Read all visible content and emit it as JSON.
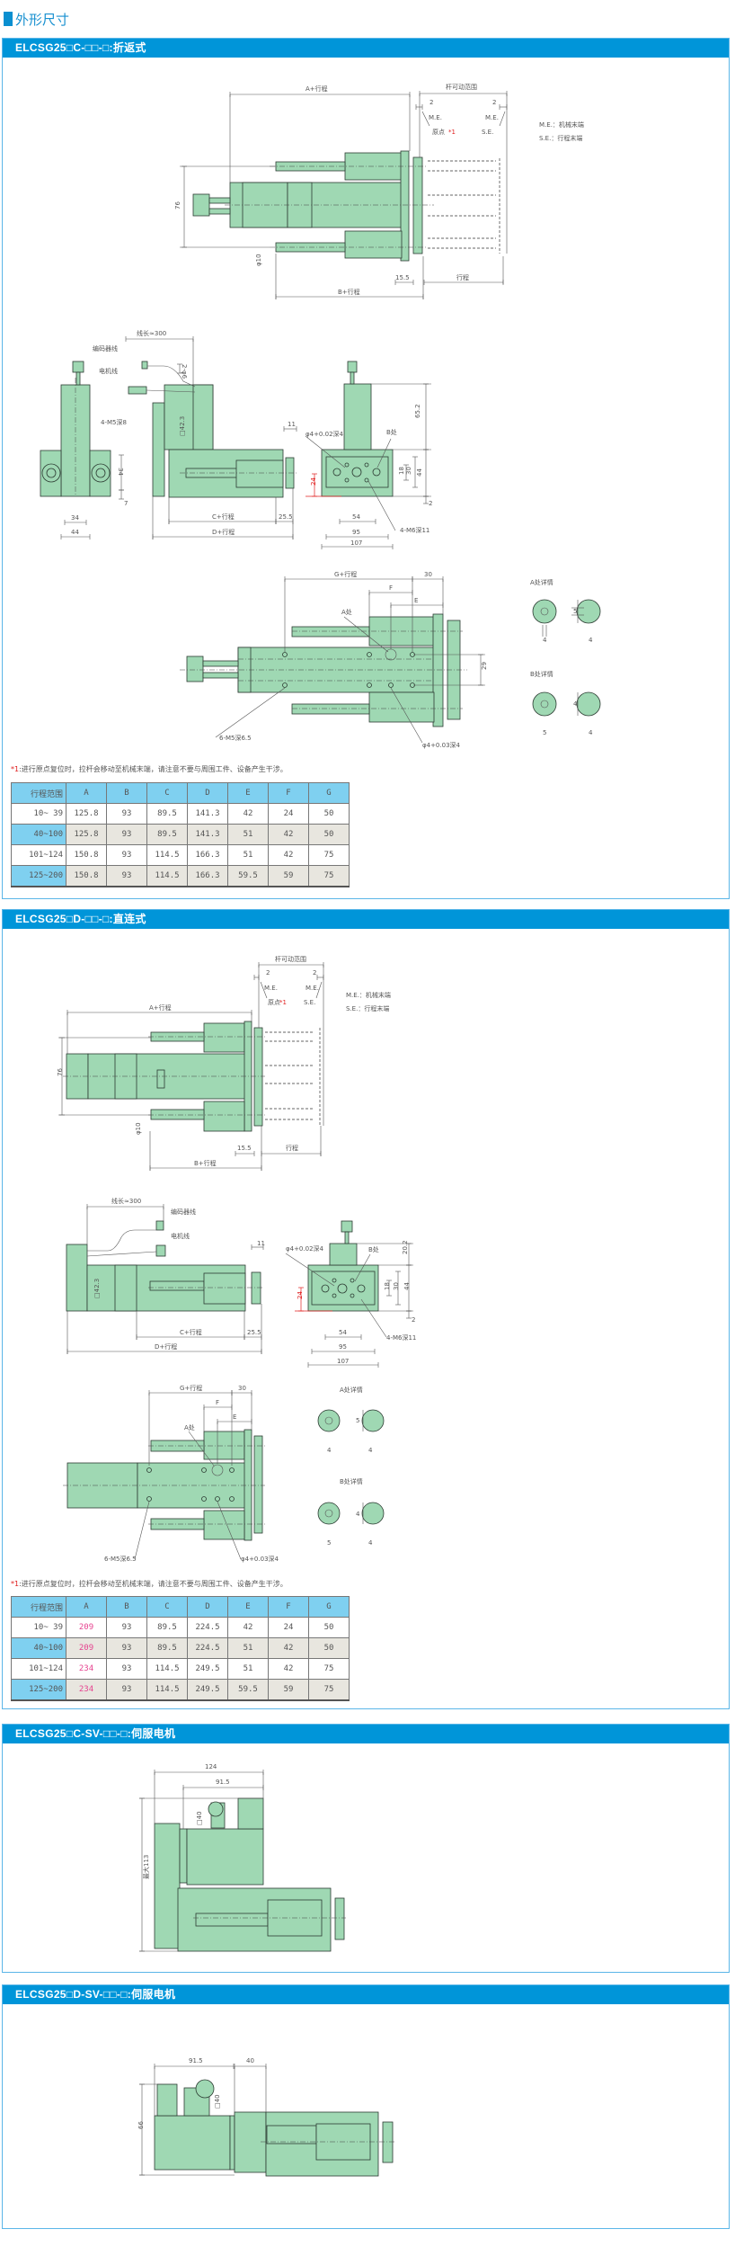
{
  "page_title": "外形尺寸",
  "colors": {
    "header": "#0095d9",
    "part_green": "#9fd8b3",
    "table_header": "#7fd0f0",
    "highlight": "#e6428f"
  },
  "folded": {
    "title": "ELCSG25□C-□□-□:折返式",
    "labels": {
      "a_stroke": "A+行程",
      "rod_range": "杆可动范围",
      "two": "2",
      "me": "M.E.",
      "origin": "原点",
      "star": "*1",
      "se": "S.E.",
      "legend_me": "M.E.：机械末端",
      "legend_se": "S.E.：行程末端",
      "d76": "76",
      "phi10": "φ10",
      "d15_5": "15.5",
      "stroke": "行程",
      "b_stroke": "B+行程",
      "cable_len": "线长≈300",
      "encoder": "编码器线",
      "motor_cable": "电机线",
      "phi6": "2-φ6",
      "m5": "4-M5深8",
      "d34": "34",
      "d44": "44",
      "d7": "7",
      "sq42": "□42.3",
      "d11": "11",
      "c_stroke": "C+行程",
      "d25_5": "25.5",
      "d_stroke": "D+行程",
      "phi4": "φ4+0.02深4",
      "b_pos": "B处",
      "d65": "65.2",
      "d18": "18",
      "d30": "30",
      "d2": "2",
      "d24": "24",
      "d54": "54",
      "d95": "95",
      "d107": "107",
      "m6": "4-M6深11",
      "g_stroke": "G+行程",
      "f": "F",
      "e": "E",
      "a_pos": "A处",
      "d29": "29",
      "m5b": "6-M5深6.5",
      "phi4b": "φ4+0.03深4",
      "a_detail": "A处详情",
      "b_detail": "B处详情",
      "d4": "4",
      "d5": "5"
    },
    "note_star": "*1",
    "note": ":进行原点复位时，拉杆会移动至机械末端，请注意不要与周围工件、设备产生干涉。",
    "table": {
      "headers": [
        "行程范围",
        "A",
        "B",
        "C",
        "D",
        "E",
        "F",
        "G"
      ],
      "rows": [
        [
          "10~ 39",
          "125.8",
          "93",
          "89.5",
          "141.3",
          "42",
          "24",
          "50"
        ],
        [
          "40~100",
          "125.8",
          "93",
          "89.5",
          "141.3",
          "51",
          "42",
          "50"
        ],
        [
          "101~124",
          "150.8",
          "93",
          "114.5",
          "166.3",
          "51",
          "42",
          "75"
        ],
        [
          "125~200",
          "150.8",
          "93",
          "114.5",
          "166.3",
          "59.5",
          "59",
          "75"
        ]
      ]
    }
  },
  "direct": {
    "title": "ELCSG25□D-□□-□:直连式",
    "labels": {
      "a_stroke": "A+行程",
      "rod_range": "杆可动范围",
      "two": "2",
      "me": "M.E.",
      "origin": "原点",
      "star": "*1",
      "se": "S.E.",
      "legend_me": "M.E.：机械末端",
      "legend_se": "S.E.：行程末端",
      "d76": "76",
      "phi10": "φ10",
      "d15_5": "15.5",
      "stroke": "行程",
      "b_stroke": "B+行程",
      "cable_len": "线长≈300",
      "encoder": "编码器线",
      "motor_cable": "电机线",
      "sq42": "□42.3",
      "d11": "11",
      "c_stroke": "C+行程",
      "d25_5": "25.5",
      "d_stroke": "D+行程",
      "phi4": "φ4+0.02深4",
      "b_pos": "B处",
      "d20": "20.2",
      "d44": "44",
      "d18": "18",
      "d30": "30",
      "d2": "2",
      "d24": "24",
      "d54": "54",
      "d95": "95",
      "d107": "107",
      "m6": "4-M6深11",
      "g_stroke": "G+行程",
      "f": "F",
      "e": "E",
      "a_pos": "A处",
      "d30b": "30",
      "m5b": "6-M5深6.5",
      "phi4b": "φ4+0.03深4",
      "a_detail": "A处详情",
      "b_detail": "B处详情",
      "d4": "4",
      "d5": "5"
    },
    "note_star": "*1",
    "note": ":进行原点复位时，拉杆会移动至机械末端，请注意不要与周围工件、设备产生干涉。",
    "table": {
      "headers": [
        "行程范围",
        "A",
        "B",
        "C",
        "D",
        "E",
        "F",
        "G"
      ],
      "rows": [
        [
          "10~ 39",
          "209",
          "93",
          "89.5",
          "224.5",
          "42",
          "24",
          "50"
        ],
        [
          "40~100",
          "209",
          "93",
          "89.5",
          "224.5",
          "51",
          "42",
          "50"
        ],
        [
          "101~124",
          "234",
          "93",
          "114.5",
          "249.5",
          "51",
          "42",
          "75"
        ],
        [
          "125~200",
          "234",
          "93",
          "114.5",
          "249.5",
          "59.5",
          "59",
          "75"
        ]
      ]
    }
  },
  "servo_folded": {
    "title": "ELCSG25□C-SV-□□-□:伺服电机",
    "labels": {
      "d124": "124",
      "d91_5": "91.5",
      "max113": "最大113",
      "sq40": "□40"
    }
  },
  "servo_direct": {
    "title": "ELCSG25□D-SV-□□-□:伺服电机",
    "labels": {
      "d91_5": "91.5",
      "d40": "40",
      "d66": "66",
      "sq40": "□40"
    }
  }
}
